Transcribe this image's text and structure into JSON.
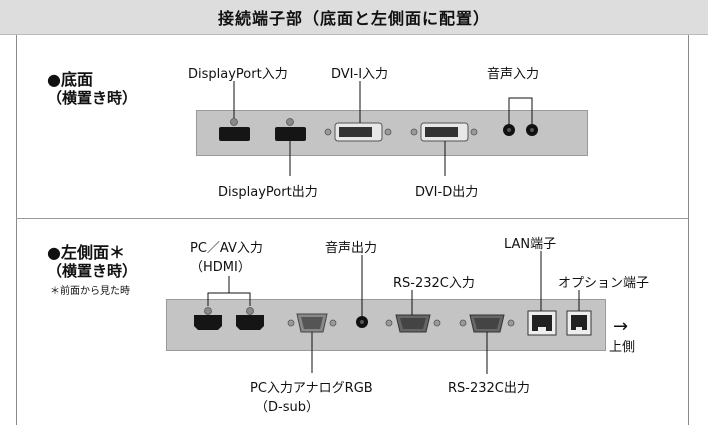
{
  "title": "接続端子部（底面と左側面に配置）",
  "bottom": {
    "heading": "●底面",
    "sub": "（横置き時）",
    "labels": {
      "displayport_in": "DisplayPort入力",
      "dvi_i_in": "DVI-I入力",
      "audio_in": "音声入力",
      "displayport_out": "DisplayPort出力",
      "dvi_d_out": "DVI-D出力"
    }
  },
  "left": {
    "heading": "●左側面",
    "asterisk": "＊",
    "sub": "（横置き時）",
    "note": "＊前面から見た時",
    "labels": {
      "pc_av_in_line1": "PC／AV入力",
      "pc_av_in_line2": "（HDMI）",
      "audio_out": "音声出力",
      "rs232c_in": "RS-232C入力",
      "lan": "LAN端子",
      "option": "オプション端子",
      "upper_side_arrow": "→",
      "upper_side": "上側",
      "pc_analog_line1": "PC入力アナログRGB",
      "pc_analog_line2": "（D-sub）",
      "rs232c_out": "RS-232C出力"
    }
  }
}
